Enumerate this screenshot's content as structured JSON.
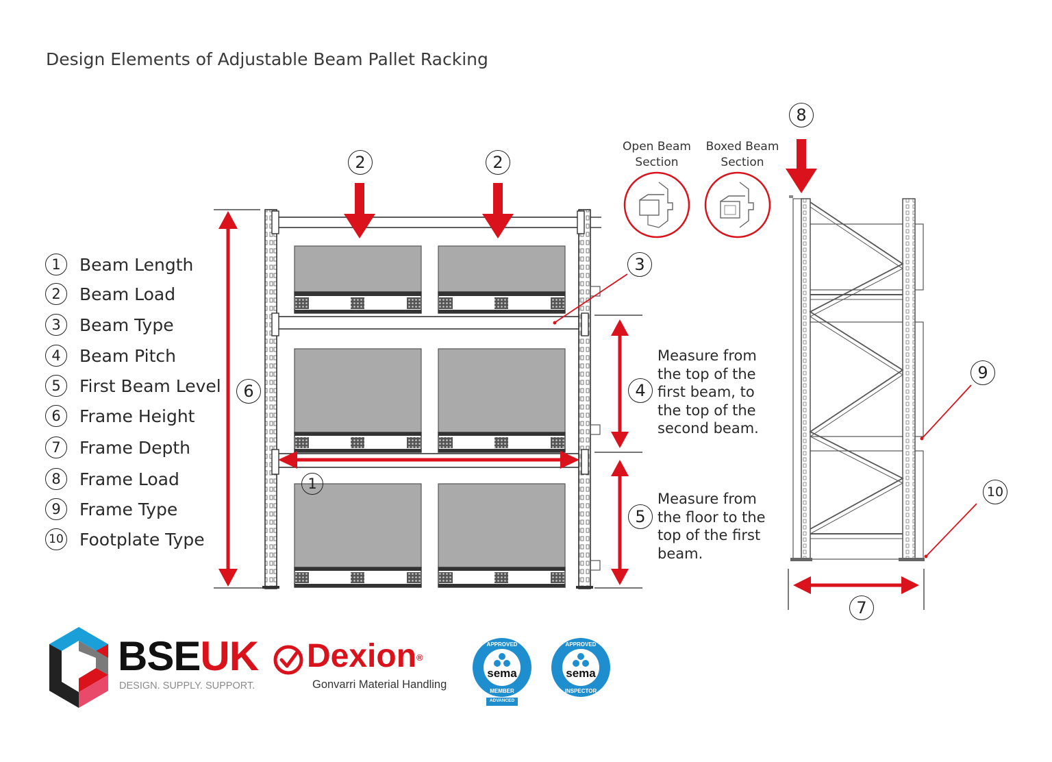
{
  "title": "Design Elements of Adjustable Beam Pallet Racking",
  "legend": [
    {
      "num": "1",
      "label": "Beam Length"
    },
    {
      "num": "2",
      "label": "Beam Load"
    },
    {
      "num": "3",
      "label": "Beam Type"
    },
    {
      "num": "4",
      "label": "Beam Pitch"
    },
    {
      "num": "5",
      "label": "First Beam Level"
    },
    {
      "num": "6",
      "label": "Frame Height"
    },
    {
      "num": "7",
      "label": "Frame Depth"
    },
    {
      "num": "8",
      "label": "Frame Load"
    },
    {
      "num": "9",
      "label": "Frame Type"
    },
    {
      "num": "10",
      "label": "Footplate Type"
    }
  ],
  "beam_sections": {
    "open": [
      "Open Beam",
      "Section"
    ],
    "boxed": [
      "Boxed Beam",
      "Section"
    ]
  },
  "notes": {
    "beam_pitch": [
      "Measure from",
      "the top of the",
      "first beam, to",
      "the top of the",
      "second beam."
    ],
    "first_beam": [
      "Measure from",
      "the floor to the",
      "top of the first",
      "beam."
    ]
  },
  "logos": {
    "bseuk": {
      "name_a": "BSE",
      "name_b": "UK",
      "tagline": "DESIGN. SUPPLY. SUPPORT."
    },
    "dexion": {
      "name": "Dexion",
      "reg": "®",
      "subtitle": "Gonvarri Material Handling"
    },
    "sema_member": {
      "top": "APPROVED",
      "brand": "sema",
      "bottom": "MEMBER",
      "tier": "ADVANCED"
    },
    "sema_inspector": {
      "top": "APPROVED",
      "brand": "sema",
      "bottom": "INSPECTOR"
    }
  },
  "colors": {
    "accent_red": "#d9121b",
    "pallet_grey": "#aaaaaa",
    "bse_blue": "#1a9fd9",
    "sema_blue": "#1f8ecf"
  }
}
